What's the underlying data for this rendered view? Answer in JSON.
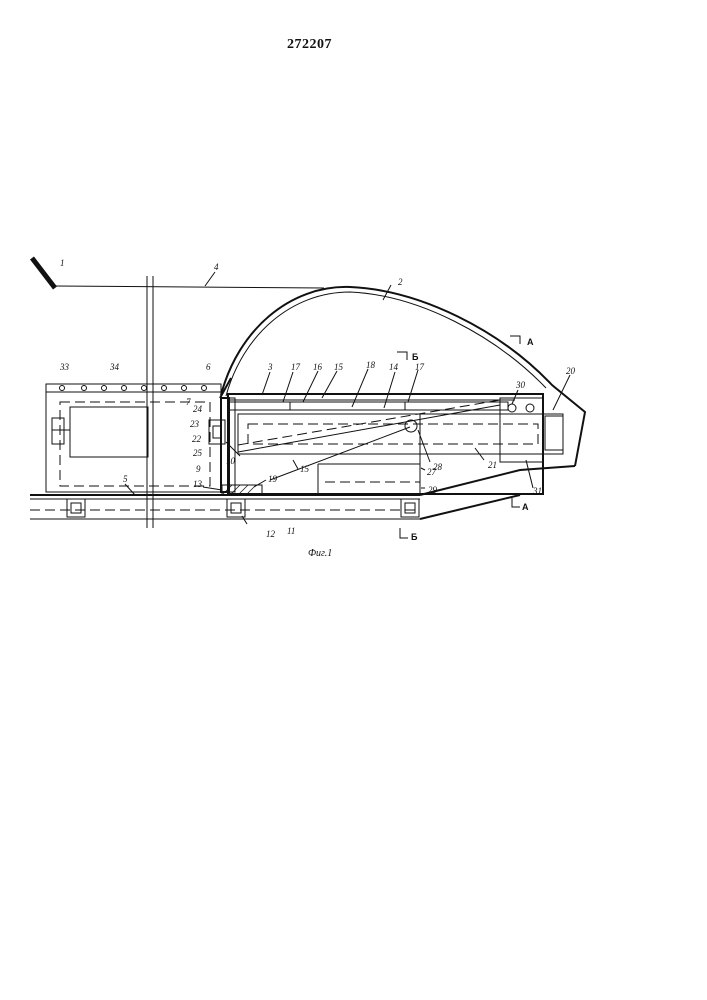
{
  "patent_number": "272207",
  "figure": {
    "caption": "Фиг.1",
    "section_marks": {
      "a_top": "А",
      "a_bottom": "А",
      "b_top": "Б",
      "b_bottom": "Б"
    },
    "callouts": [
      {
        "id": "c1",
        "text": "1"
      },
      {
        "id": "c2",
        "text": "2"
      },
      {
        "id": "c3",
        "text": "3"
      },
      {
        "id": "c4",
        "text": "4"
      },
      {
        "id": "c5",
        "text": "5"
      },
      {
        "id": "c6",
        "text": "6"
      },
      {
        "id": "c7",
        "text": "7"
      },
      {
        "id": "c9",
        "text": "9"
      },
      {
        "id": "c10",
        "text": "10"
      },
      {
        "id": "c11",
        "text": "11"
      },
      {
        "id": "c12",
        "text": "12"
      },
      {
        "id": "c13",
        "text": "13"
      },
      {
        "id": "c14",
        "text": "14"
      },
      {
        "id": "c15a",
        "text": "15"
      },
      {
        "id": "c15b",
        "text": "15"
      },
      {
        "id": "c16",
        "text": "16"
      },
      {
        "id": "c17a",
        "text": "17"
      },
      {
        "id": "c17b",
        "text": "17"
      },
      {
        "id": "c18",
        "text": "18"
      },
      {
        "id": "c19",
        "text": "19"
      },
      {
        "id": "c20",
        "text": "20"
      },
      {
        "id": "c21",
        "text": "21"
      },
      {
        "id": "c22",
        "text": "22"
      },
      {
        "id": "c23",
        "text": "23"
      },
      {
        "id": "c24",
        "text": "24"
      },
      {
        "id": "c25",
        "text": "25"
      },
      {
        "id": "c27",
        "text": "27"
      },
      {
        "id": "c28",
        "text": "28"
      },
      {
        "id": "c29",
        "text": "29"
      },
      {
        "id": "c30",
        "text": "30"
      },
      {
        "id": "c31",
        "text": "31"
      },
      {
        "id": "c33",
        "text": "33"
      },
      {
        "id": "c34",
        "text": "34"
      }
    ]
  }
}
